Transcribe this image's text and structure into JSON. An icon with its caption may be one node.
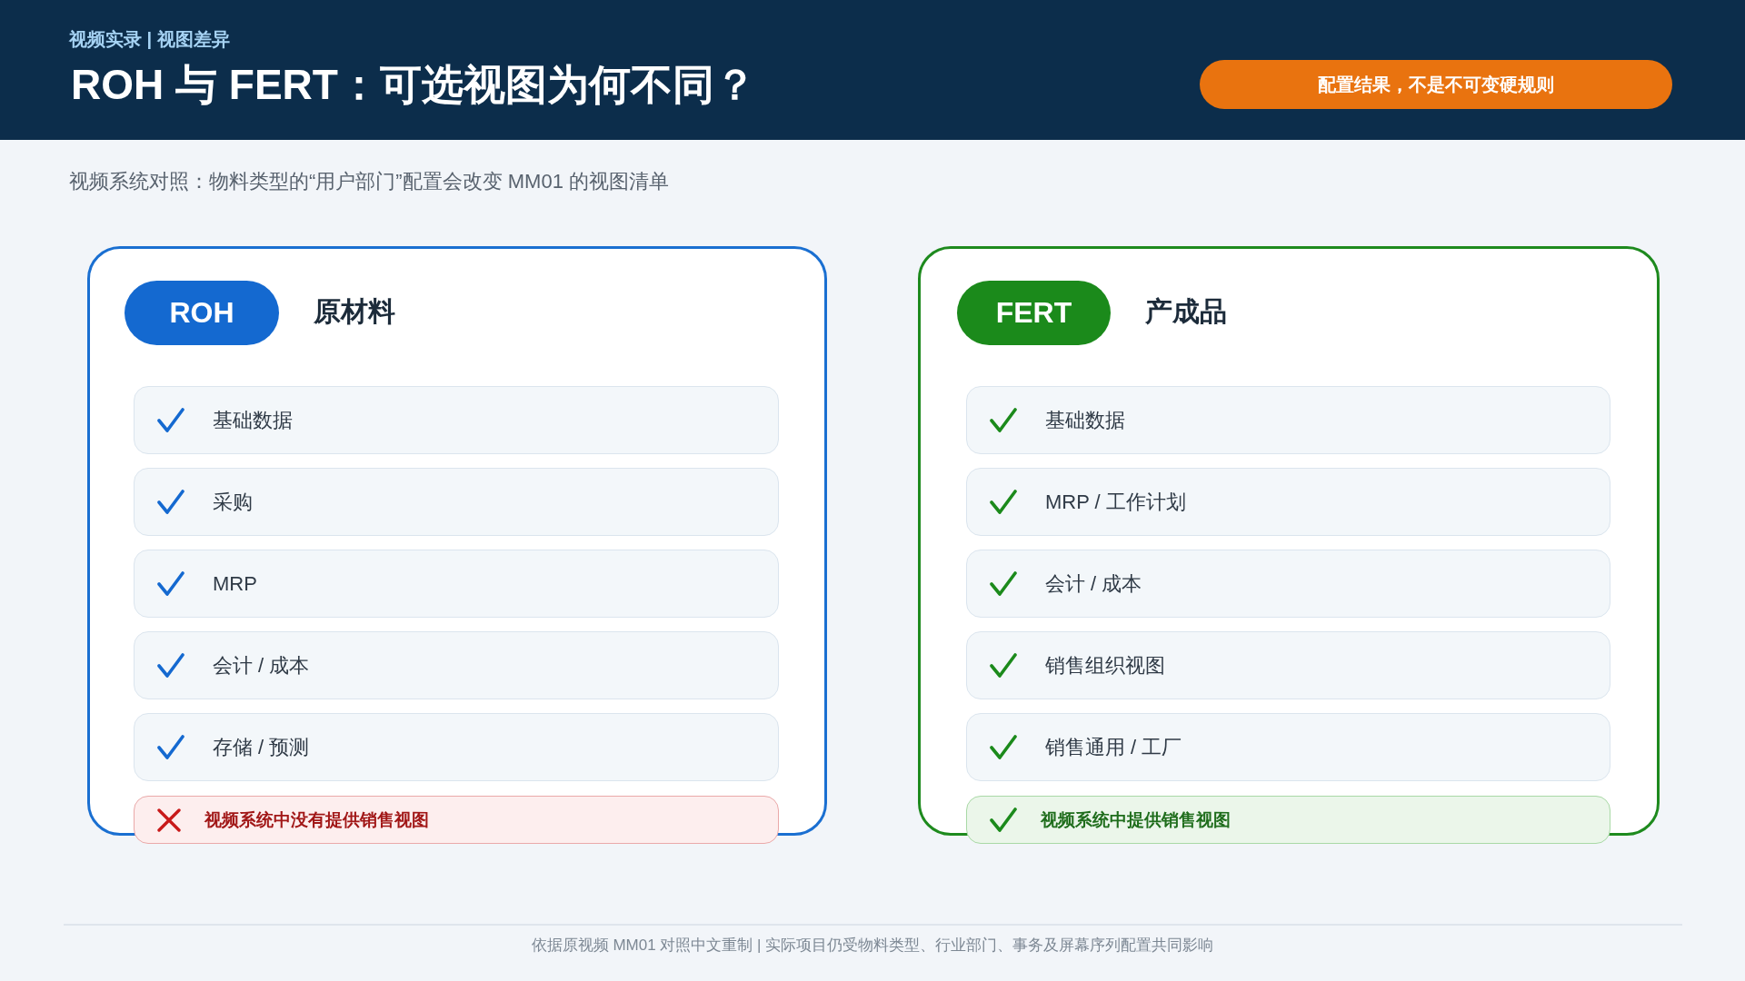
{
  "diagram": {
    "title": "ROH 与 FERT：可选视图为何不同？",
    "caption": "依据原视频 MM01 对照中文重制 | 实际项目仍受物料类型、行业部门、事务及屏幕序列配置共同影响",
    "nodes": [
      {
        "text": [
          "配置结果，不是不可变硬规则"
        ]
      },
      {
        "text": [
          "原材料"
        ]
      },
      {
        "text": [
          "ROH"
        ],
        "in": 1
      },
      {
        "text": [
          "基础数据"
        ],
        "in": 1
      },
      {
        "text": [
          "采购"
        ],
        "in": 1
      },
      {
        "text": [
          "MRP"
        ],
        "in": 1
      },
      {
        "text": [
          "会计 / 成本"
        ],
        "in": 1
      },
      {
        "text": [
          "存储 / 预测"
        ],
        "in": 1
      },
      {
        "text": [
          "视频系统中没有提供销售视图"
        ],
        "in": 1
      },
      {
        "text": [
          "产成品"
        ]
      },
      {
        "text": [
          "FERT"
        ],
        "in": 9
      },
      {
        "text": [
          "基础数据"
        ],
        "in": 9
      },
      {
        "text": [
          "MRP / 工作计划"
        ],
        "in": 9
      },
      {
        "text": [
          "会计 / 成本"
        ],
        "in": 9
      },
      {
        "text": [
          "销售组织视图"
        ],
        "in": 9
      },
      {
        "text": [
          "销售通用 / 工厂"
        ],
        "in": 9
      },
      {
        "text": [
          "视频系统中提供销售视图"
        ],
        "in": 9
      }
    ],
    "labels": [
      "视频实录 | 视图差异",
      "视频系统对照：物料类型的“用户部门”配置会改变 MM01 的视图清单"
    ]
  }
}
